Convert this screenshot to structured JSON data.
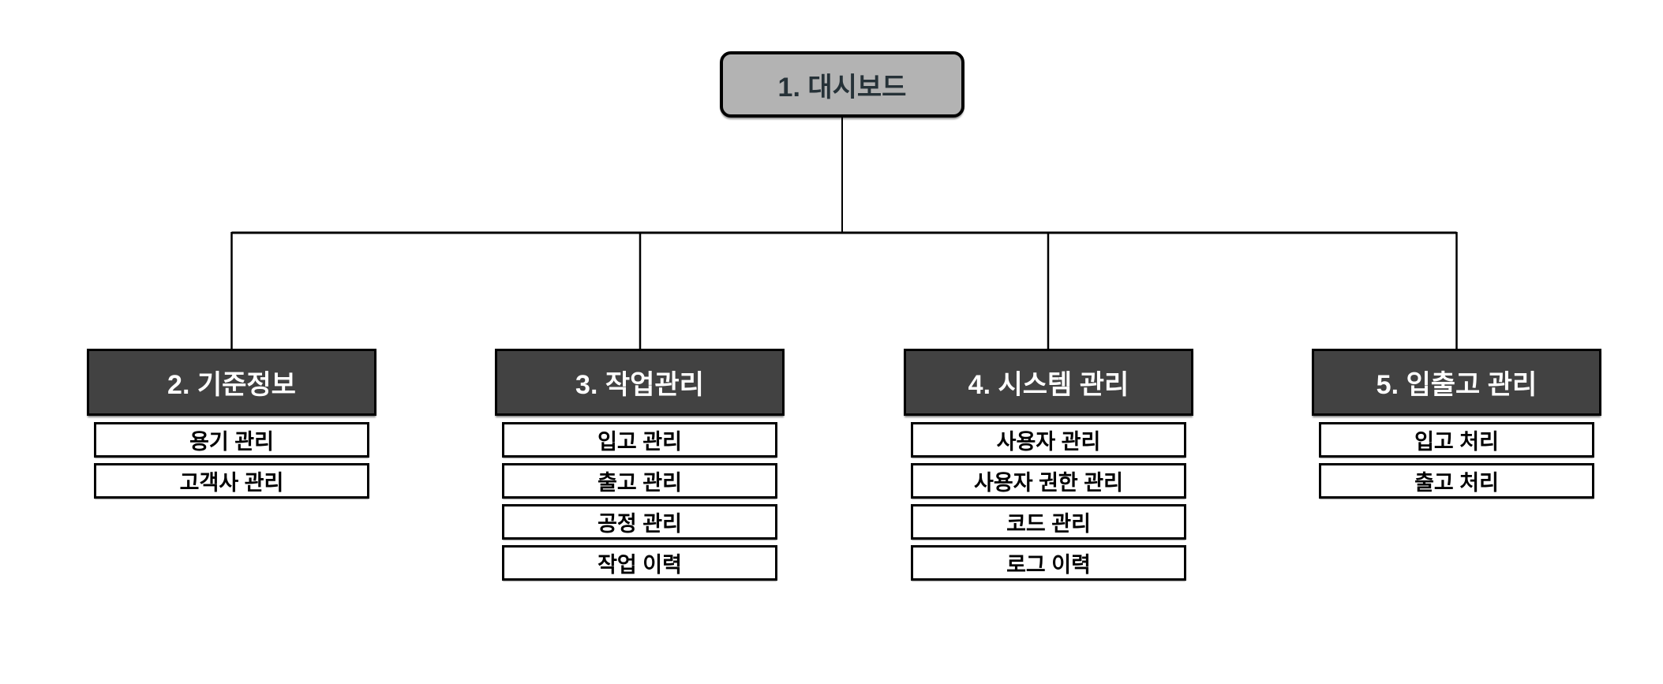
{
  "diagram": {
    "title": "menu-tree-diagram",
    "root": {
      "label": "1. 대시보드"
    },
    "sections": [
      {
        "label": "2. 기준정보",
        "children": [
          "용기 관리",
          "고객사 관리"
        ]
      },
      {
        "label": "3. 작업관리",
        "children": [
          "입고 관리",
          "출고 관리",
          "공정 관리",
          "작업 이력"
        ]
      },
      {
        "label": "4. 시스템 관리",
        "children": [
          "사용자 관리",
          "사용자 권한 관리",
          "코드 관리",
          "로그 이력"
        ]
      },
      {
        "label": "5. 입출고 관리",
        "children": [
          "입고 처리",
          "출고 처리"
        ]
      }
    ],
    "colors": {
      "root_fill": "#b3b3b3",
      "root_text": "#263238",
      "section_fill": "#424242",
      "section_text": "#ffffff",
      "child_fill": "#ffffff",
      "child_text": "#000000",
      "line": "#000000",
      "background": "#ffffff"
    }
  }
}
